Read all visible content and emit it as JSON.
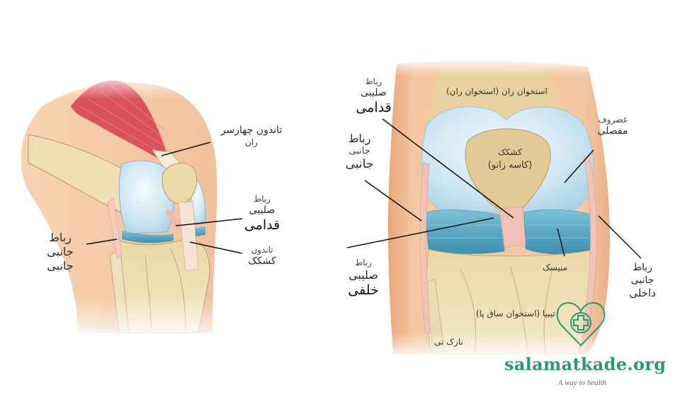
{
  "colors": {
    "skin": "#f4c9a4",
    "bone": "#ecdcb0",
    "cartilage": "#cfe6f2",
    "meniscus": "#5aa9c6",
    "ligament": "#efb7ae",
    "muscle": "#d9535a",
    "brand_green": "#2a9a73"
  },
  "side_view": {
    "labels": {
      "quad_tendon": {
        "line1": "تاندون چهارسر",
        "line2": "ران"
      },
      "acl": {
        "line1": "رباط",
        "line2": "صلیبی",
        "line3": "قدامی"
      },
      "patellar_tendon": {
        "line1": "تاندون",
        "line2": "کشکک"
      },
      "lateral_ligament": {
        "line1": "رباط",
        "line2": "جانبی",
        "line3": "جانبی"
      }
    }
  },
  "front_view": {
    "labels": {
      "femur": "استخوان ران (استخوان ران)",
      "patella": {
        "line1": "کشکک",
        "line2": "(کاسه زانو)"
      },
      "acl": {
        "line1": "رباط",
        "line2": "صلیبی",
        "line3": "قدامی"
      },
      "lcl": {
        "line1": "رباط",
        "line2": "جانبی",
        "line3": "جانبی"
      },
      "pcl": {
        "line1": "رباط",
        "line2": "صلیبی",
        "line3": "خلفی"
      },
      "cartilage": {
        "line1": "غضروف",
        "line2": "مفصلی"
      },
      "meniscus": "منیسک",
      "mcl": {
        "line1": "رباط",
        "line2": "جانبی",
        "line3": "داخلی"
      },
      "tibia": "تیبیا (استخوان ساق پا)",
      "fibula": "نازک نی"
    }
  },
  "watermark": {
    "icon": "heart-cross-icon",
    "site": "salamatkade.org",
    "tagline": "A way to health"
  }
}
